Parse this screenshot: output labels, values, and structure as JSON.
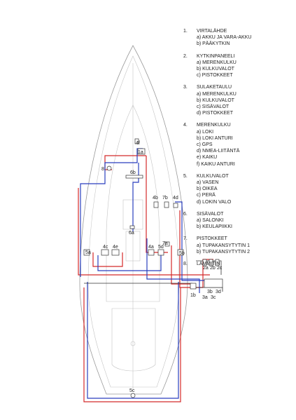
{
  "legend": [
    {
      "num": "1.",
      "title": "VIRTALÄHDE",
      "items": [
        "a) AKKU JA VARA-AKKU",
        "b) PÄÄKYTKIN"
      ]
    },
    {
      "num": "2.",
      "title": "KYTKINPANEELI",
      "items": [
        "a) MERENKULKU",
        "b) KULKUVALOT",
        "c) PISTOKKEET"
      ]
    },
    {
      "num": "3.",
      "title": "SULAKETAULU",
      "items": [
        "a) MERENKULKU",
        "b) KULKUVALOT",
        "c) SISÄVALOT",
        "d) PISTOKKEET"
      ]
    },
    {
      "num": "4.",
      "title": "MERENKULKU",
      "items": [
        "a) LOKI",
        "b) LOKI ANTURI",
        "c) GPS",
        "d) NMEA-LIITÄNTÄ",
        "e) KAIKU",
        "f) KAIKU ANTURI"
      ]
    },
    {
      "num": "5.",
      "title": "KULKUVALOT",
      "items": [
        "a) VASEN",
        "b) OIKEA",
        "c) PERÄ",
        "d) LOKIN VALO"
      ]
    },
    {
      "num": "6.",
      "title": "SISÄVALOT",
      "items": [
        "a) SALONKI",
        "b) KEULAPIIKKI"
      ]
    },
    {
      "num": "7.",
      "title": "PISTOKKEET",
      "items": [
        "a) TUPAKANSYTYTIN 1",
        "b) TUPAKANSYTYTIN 2"
      ]
    },
    {
      "num": "8.",
      "title": "LÄMMITIN",
      "items": []
    }
  ],
  "labels": {
    "l4f": "4f",
    "l1a": "1a",
    "l8": "8",
    "l6b": "6b",
    "l4b": "4b",
    "l7b": "7b",
    "l4d": "4d",
    "l6a": "6a",
    "l7a": "7a",
    "l5a": "5a",
    "l4c": "4c",
    "l4e": "4e",
    "l4a": "4a",
    "l5d": "5d",
    "l5b": "5b",
    "l2a": "2a",
    "l2b": "2b",
    "l2c": "2c",
    "l1b": "1b",
    "l3b": "3b",
    "l3d": "3d",
    "l3a": "3a",
    "l3c": "3c",
    "l5c": "5c"
  },
  "colors": {
    "positive": "#d42a2a",
    "negative": "#2a3fbf",
    "hull": "#9a9a9a"
  }
}
